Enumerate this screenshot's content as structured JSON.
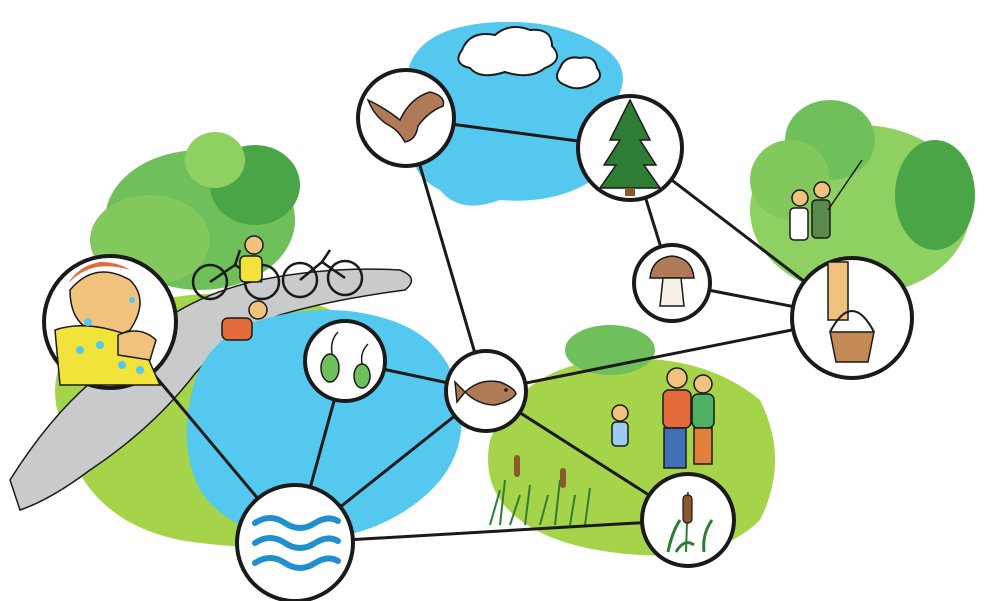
{
  "diagram": {
    "nodes": [
      {
        "id": "bird",
        "icon": "bird-icon"
      },
      {
        "id": "tree",
        "icon": "tree-icon"
      },
      {
        "id": "mushroom",
        "icon": "mushroom-icon"
      },
      {
        "id": "basket",
        "icon": "basket-icon"
      },
      {
        "id": "fish",
        "icon": "fish-icon"
      },
      {
        "id": "plankton",
        "icon": "plankton-icon"
      },
      {
        "id": "water",
        "icon": "water-icon"
      },
      {
        "id": "cattail",
        "icon": "cattail-icon"
      },
      {
        "id": "person",
        "icon": "person-washing-icon"
      }
    ],
    "links": [
      [
        "bird",
        "tree"
      ],
      [
        "bird",
        "fish"
      ],
      [
        "tree",
        "mushroom"
      ],
      [
        "tree",
        "basket"
      ],
      [
        "mushroom",
        "basket"
      ],
      [
        "fish",
        "basket"
      ],
      [
        "fish",
        "plankton"
      ],
      [
        "fish",
        "water"
      ],
      [
        "fish",
        "cattail"
      ],
      [
        "plankton",
        "water"
      ],
      [
        "water",
        "cattail"
      ],
      [
        "person",
        "water"
      ]
    ]
  },
  "colors": {
    "lake": "#55c8ef",
    "grass": "#a5d44a",
    "bush": "#6fbf5a",
    "bush_dark": "#4aa547",
    "path": "#c9cacb",
    "line": "#1a1a1a",
    "circle_fill": "#ffffff",
    "cloud": "#ffffff"
  }
}
